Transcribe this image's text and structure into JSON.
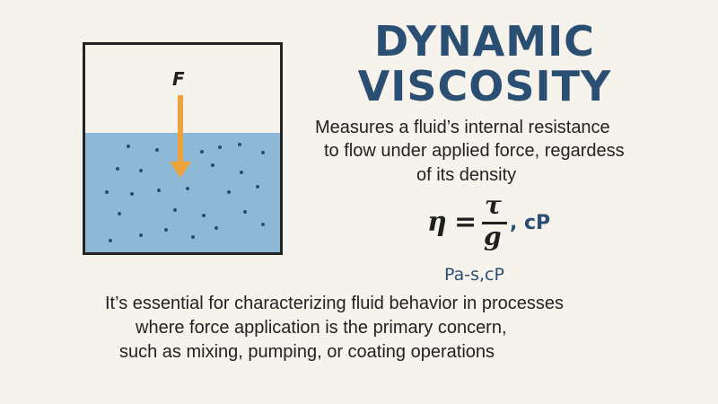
{
  "diagram": {
    "force_label": "F",
    "colors": {
      "fluid": "#8db8d6",
      "particle": "#2a4a78",
      "arrow": "#f0a23a",
      "title": "#2b4f72"
    }
  },
  "title": {
    "line1": "DYNAMIC",
    "line2": "VISCOSITY"
  },
  "description": {
    "line1": "Measures a fluid’s internal resistance",
    "line2": "to flow under applied force, regardess",
    "line3": "of its density"
  },
  "formula": {
    "lhs": "η",
    "equals": "=",
    "numerator": "τ",
    "denominator": "g",
    "unit": ", cP"
  },
  "units_label": "Pa-s,cP",
  "note": {
    "line1": "It’s essential for characterizing fluid behavior in processes",
    "line2": "where force application is the primary concern,",
    "line3": "such as mixing, pumping, or coating operations"
  }
}
